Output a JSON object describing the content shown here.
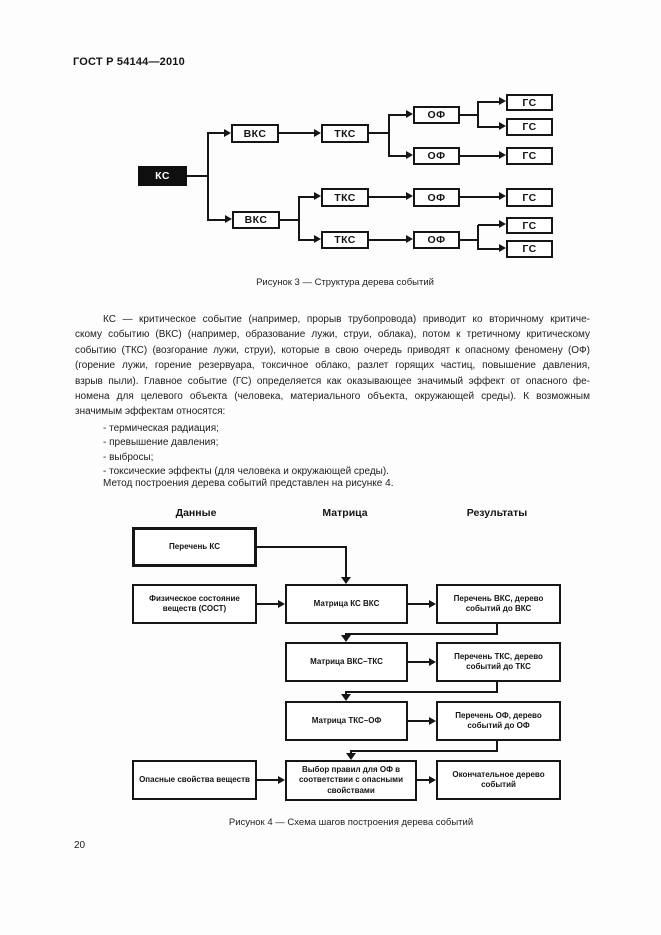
{
  "page": {
    "header": "ГОСТ Р 54144—2010",
    "page_number": "20"
  },
  "figure3": {
    "caption": "Рисунок 3 — Структура дерева событий",
    "node_labels": {
      "kc": "КС",
      "vks": "ВКС",
      "tks": "ТКС",
      "of": "ОФ",
      "gs": "ГС"
    }
  },
  "body": {
    "paragraph_lines": [
      "КС — критическое событие (например, прорыв трубопровода) приводит ко вторичному критиче-",
      "скому событию (ВКС) (например, образование лужи, струи, облака), потом к третичному критическому",
      "событию (ТКС) (возгорание лужи, струи), которые в свою очередь приводят к опасному феномену (ОФ)",
      "(горение лужи, горение резервуара, токсичное облако, разлет горящих частиц, повышение давления,",
      "взрыв пыли). Главное событие (ГС) определяется как оказывающее значимый эффект от опасного фе-",
      "номена для целевого объекта (человека, материального объекта, окружающей среды). К возможным",
      "значимым эффектам относятся:"
    ],
    "bullets": [
      "- термическая радиация;",
      "- превышение давления;",
      "- выбросы;",
      "- токсические эффекты (для человека и окружающей среды)."
    ],
    "closing": "Метод построения дерева событий представлен на рисунке 4."
  },
  "figure4": {
    "caption": "Рисунок 4 — Схема шагов построения дерева событий",
    "columns": {
      "data": "Данные",
      "matrix": "Матрица",
      "results": "Результаты"
    },
    "boxes": {
      "b1": "Перечень КС",
      "b2": "Физическое состояние веществ (СОСТ)",
      "b3": "Матрица КС ВКС",
      "b4": "Перечень ВКС, дерево событий до ВКС",
      "b5": "Матрица ВКС–ТКС",
      "b6": "Перечень ТКС, дерево событий до ТКС",
      "b7": "Матрица ТКС–ОФ",
      "b8": "Перечень ОФ, дерево событий до ОФ",
      "b9": "Опасные свойства веществ",
      "b10": "Выбор правил для ОФ в соответствии с опасными свойствами",
      "b11": "Окончательное дерево событий"
    }
  },
  "colors": {
    "ink": "#161616",
    "paper": "#fdfdfd"
  }
}
